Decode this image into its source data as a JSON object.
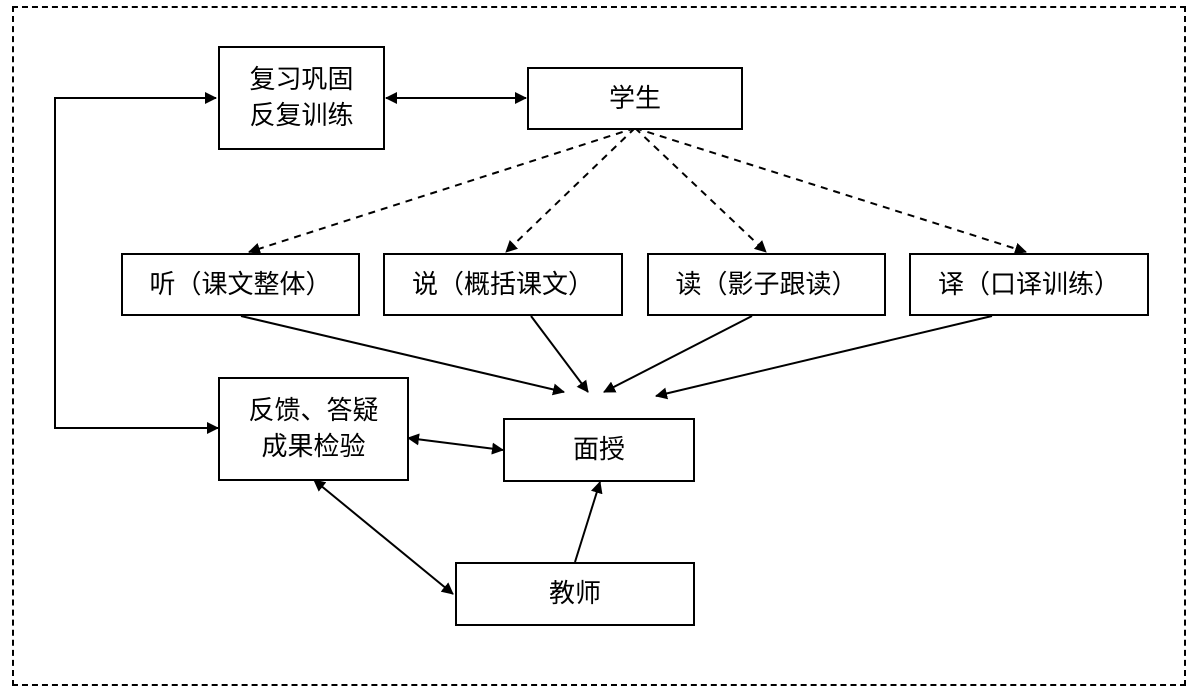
{
  "nodes": {
    "review": {
      "lines": [
        "复习巩固",
        "反复训练"
      ]
    },
    "student": {
      "label": "学生"
    },
    "listen": {
      "label": "听（课文整体）"
    },
    "speak": {
      "label": "说（概括课文）"
    },
    "read": {
      "label": "读（影子跟读）"
    },
    "translate": {
      "label": "译（口译训练）"
    },
    "feedback": {
      "lines": [
        "反馈、答疑",
        "成果检验"
      ]
    },
    "lecture": {
      "label": "面授"
    },
    "teacher": {
      "label": "教师"
    }
  }
}
